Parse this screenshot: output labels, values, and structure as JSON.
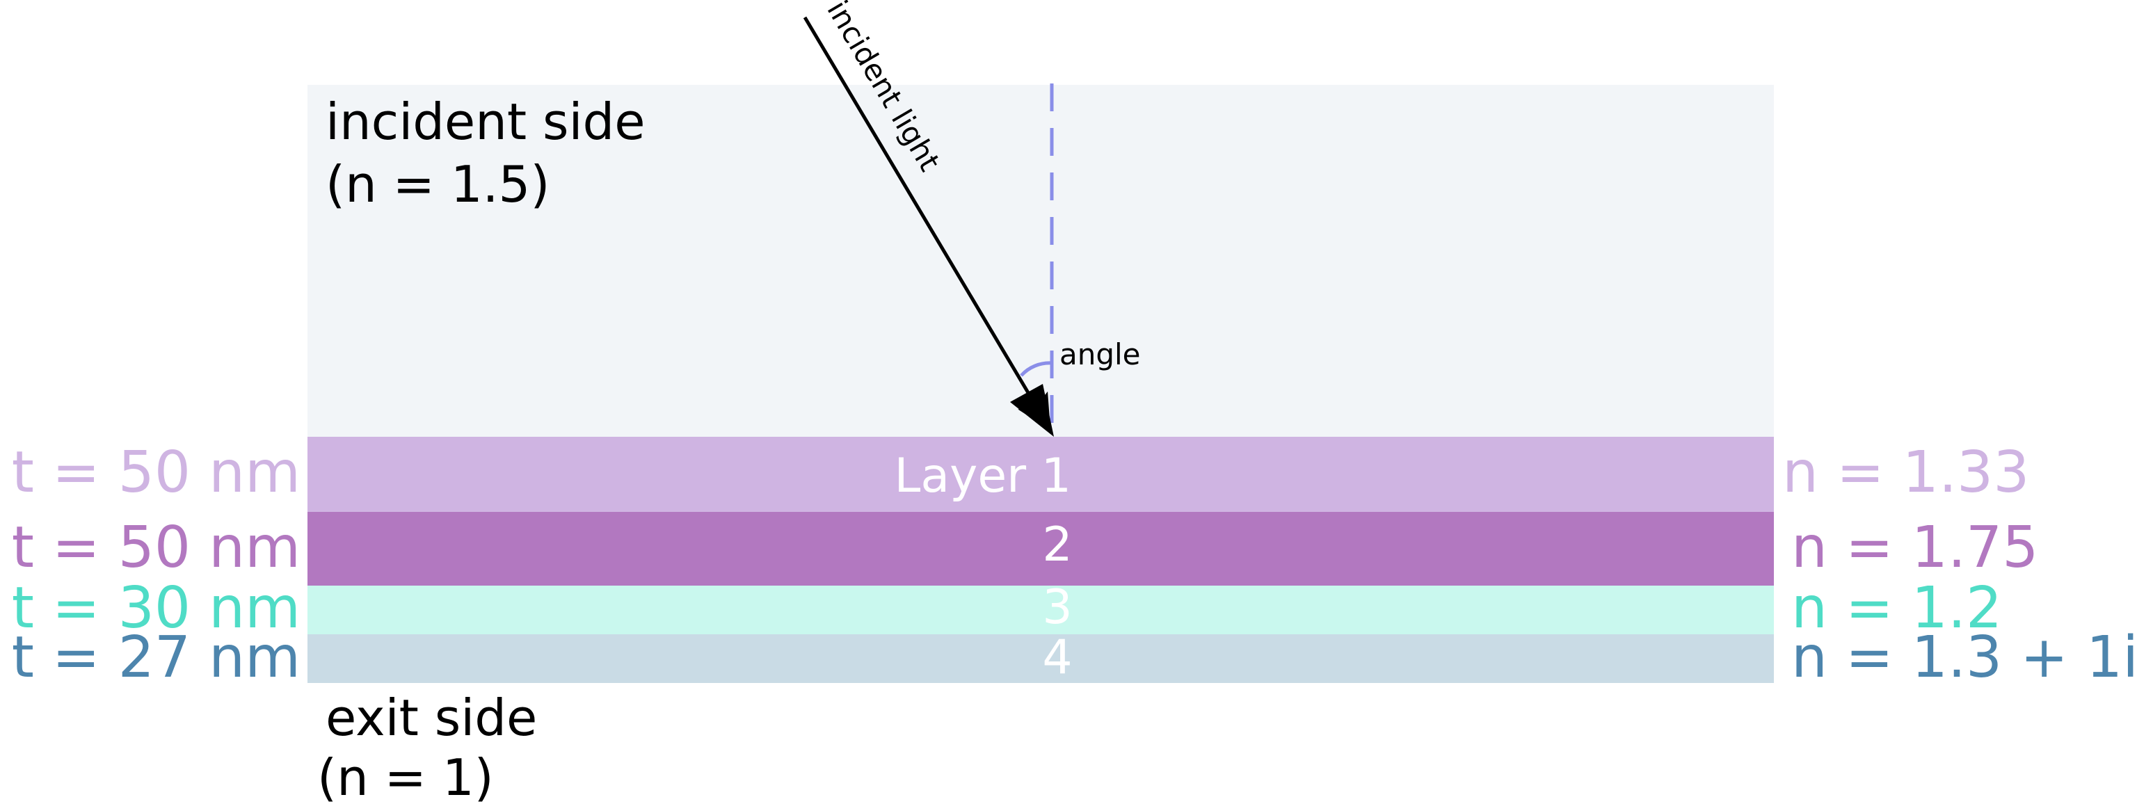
{
  "incident_side": {
    "label_line1": "incident side",
    "label_line2": "(n = 1.5)",
    "color": "#f2f5f8"
  },
  "exit_side": {
    "label_line1": "exit side",
    "label_line2": "(n = 1)"
  },
  "incident_light_label": "incident light",
  "angle_label": "angle",
  "normal_color": "#8a8ee8",
  "layers": [
    {
      "label": "Layer 1",
      "thickness_label": "t = 50 nm",
      "index_label": "n = 1.33",
      "fill": "#cfb4e2",
      "text_color": "#cfb4e2"
    },
    {
      "label": "2",
      "thickness_label": "t = 50 nm",
      "index_label": "n = 1.75",
      "fill": "#b278c0",
      "text_color": "#b278c0"
    },
    {
      "label": "3",
      "thickness_label": "t = 30 nm",
      "index_label": "n = 1.2",
      "fill": "#c9f8ee",
      "text_color": "#4fdcc6"
    },
    {
      "label": "4",
      "thickness_label": "t = 27 nm",
      "index_label": "n = 1.3 + 1i",
      "fill": "#c9dbe5",
      "text_color": "#4d85ad"
    }
  ]
}
